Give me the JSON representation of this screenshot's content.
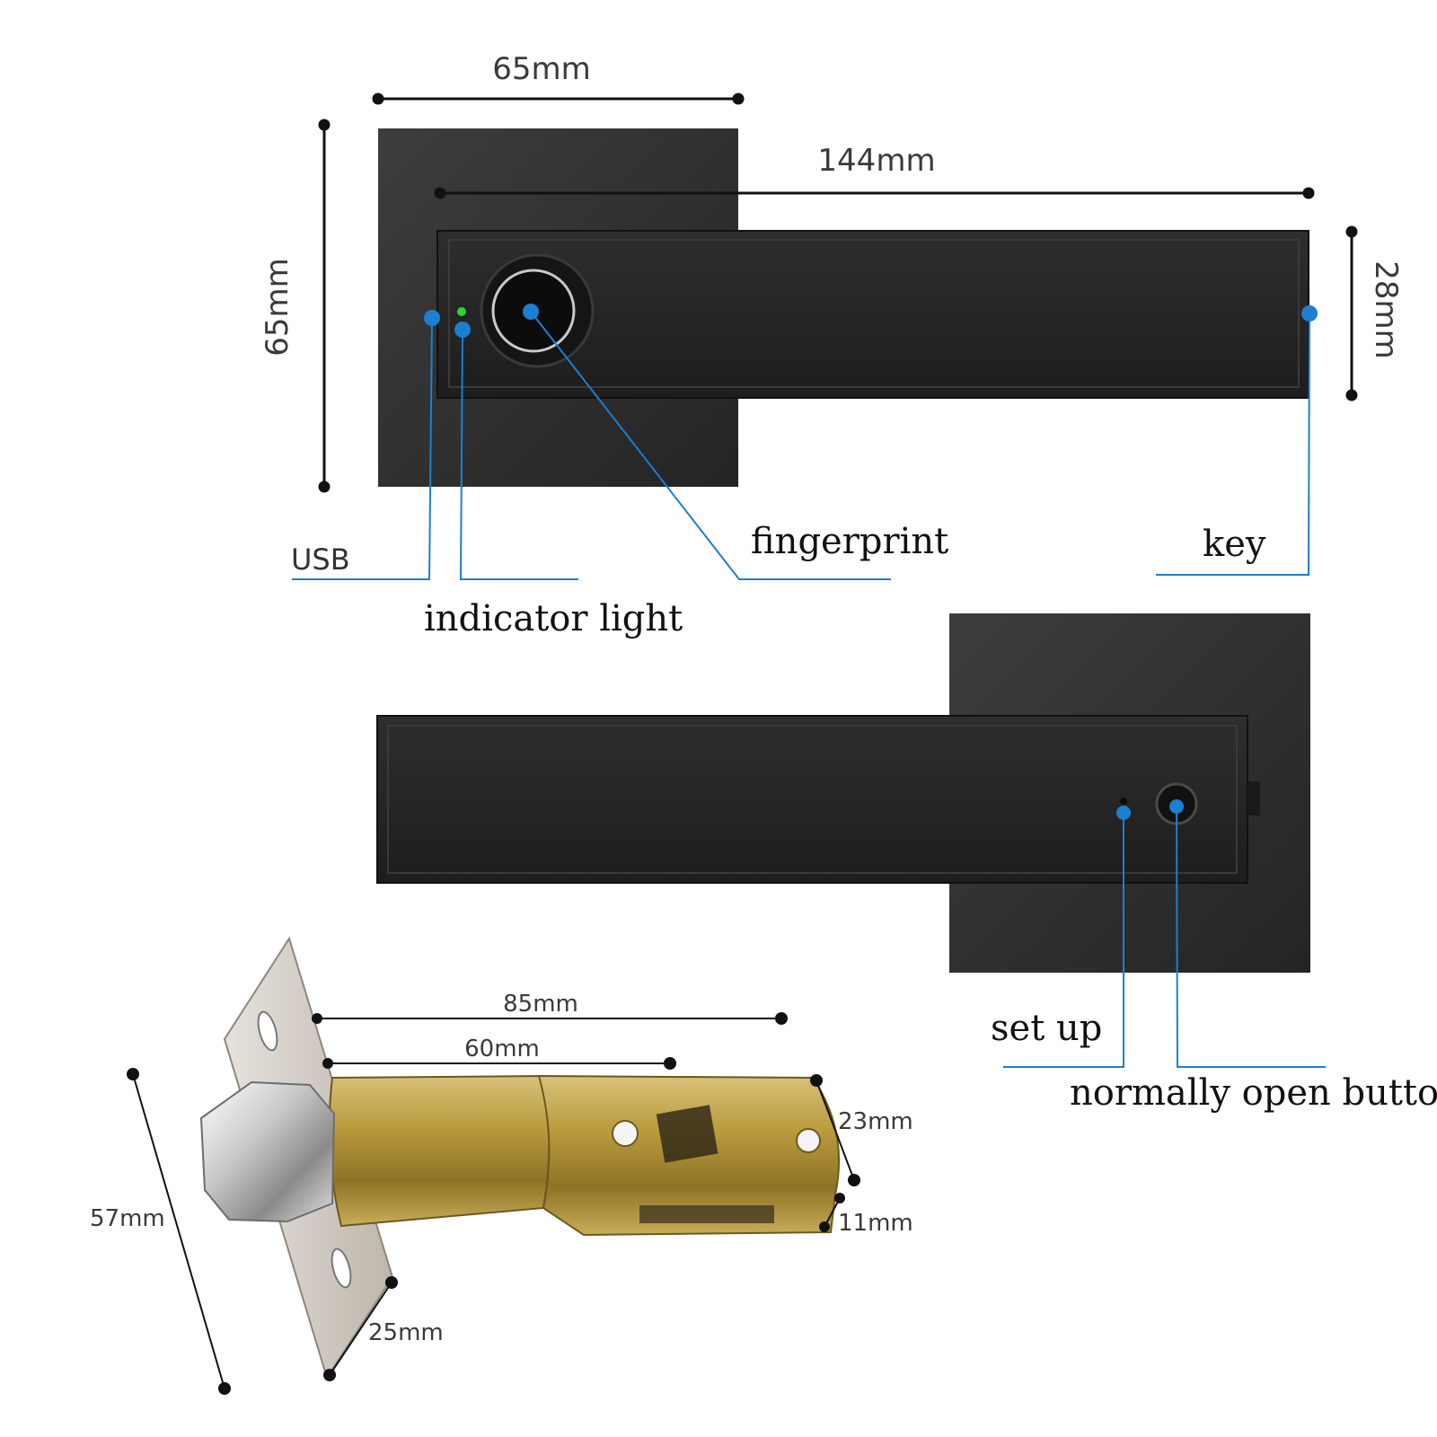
{
  "lock_top": {
    "width_dim": "65mm",
    "height_dim": "65mm",
    "length_dim": "144mm",
    "handle_dim": "28mm",
    "callouts": {
      "usb": "USB",
      "indicator": "indicator light",
      "fingerprint": "fingerprint",
      "key": "key"
    }
  },
  "lock_back": {
    "callouts": {
      "setup": "set up",
      "normally_open": "normally open button"
    }
  },
  "latch": {
    "dims": {
      "backset_85": "85mm",
      "backset_60": "60mm",
      "h23": "23mm",
      "h11": "11mm",
      "plate_h": "57mm",
      "plate_w": "25mm"
    }
  },
  "colors": {
    "callout_blue": "#1c7fd0",
    "lock_black": "#2b2b2b",
    "indicator_green": "#2fd13a",
    "brass": "#b99a3c"
  }
}
